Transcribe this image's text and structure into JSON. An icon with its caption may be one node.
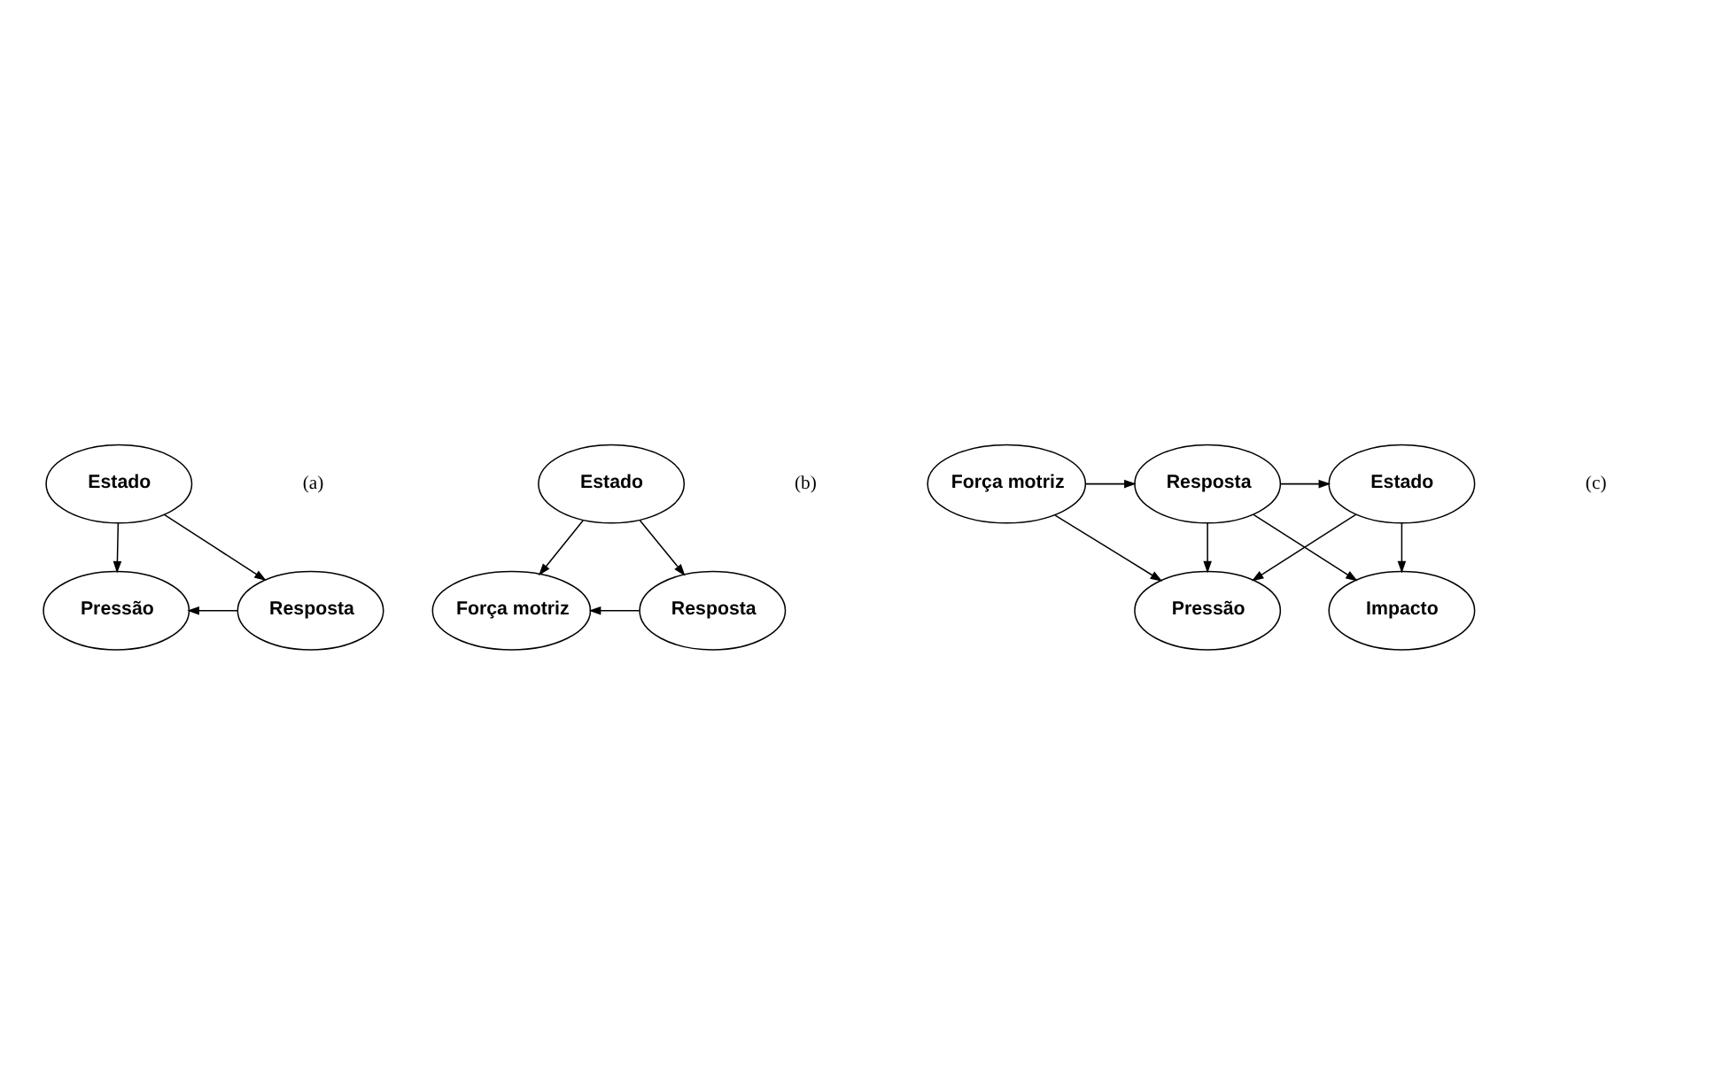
{
  "diagram": {
    "nodes": [
      {
        "text": [
          "Estado"
        ]
      },
      {
        "text": [
          "Pressão"
        ]
      },
      {
        "text": [
          "Resposta"
        ]
      },
      {
        "text": [
          "Estado"
        ]
      },
      {
        "text": [
          "Força motriz"
        ]
      },
      {
        "text": [
          "Resposta"
        ]
      },
      {
        "text": [
          "Estado"
        ]
      },
      {
        "text": [
          "Pressão"
        ]
      },
      {
        "text": [
          "Impacto"
        ]
      },
      {
        "text": [
          "Força motriz"
        ]
      },
      {
        "text": [
          "Resposta"
        ]
      }
    ],
    "edges": [
      {
        "from": 0,
        "to": 1,
        "arrow": "to"
      },
      {
        "from": 0,
        "to": 2,
        "arrow": "to"
      },
      {
        "from": 2,
        "to": 1,
        "arrow": "to"
      },
      {
        "from": 3,
        "to": 4,
        "arrow": "to"
      },
      {
        "from": 3,
        "to": 5,
        "arrow": "to"
      },
      {
        "from": 5,
        "to": 4,
        "arrow": "to"
      },
      {
        "from": 6,
        "to": 7,
        "arrow": "to"
      },
      {
        "from": 6,
        "to": 8,
        "arrow": "to"
      },
      {
        "from": 10,
        "to": 6,
        "arrow": "to"
      },
      {
        "from": 10,
        "to": 7,
        "arrow": "to"
      },
      {
        "from": 10,
        "to": 8,
        "arrow": "to"
      },
      {
        "from": 9,
        "to": 7,
        "arrow": "to"
      },
      {
        "from": 9,
        "to": 10,
        "arrow": "to"
      }
    ],
    "labels": [
      "(a)",
      "(b)",
      "(c)"
    ]
  }
}
